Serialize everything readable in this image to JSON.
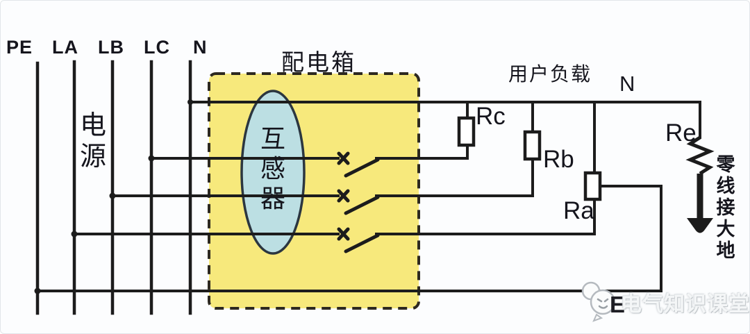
{
  "diagram": {
    "bus_labels": [
      "PE",
      "LA",
      "LB",
      "LC",
      "N"
    ],
    "source_label": "电源",
    "distribution_box_title": "配电箱",
    "transformer_label": "互感器",
    "load_title": "用户负载",
    "neutral_right_label": "N",
    "resistor_labels": {
      "rc": "Rc",
      "rb": "Rb",
      "ra": "Ra",
      "re": "Re"
    },
    "ground_note": "零线接大地",
    "earth_point_label": "E",
    "watermark": "电气知识课堂",
    "colors": {
      "wire": "#1c1c1c",
      "box_fill": "#f7e97c",
      "box_border": "#2d2920",
      "ellipse_fill": "#bcdfe3",
      "ellipse_stroke": "#2b3640",
      "text": "#15151d",
      "watermark_text": "#f4f6f7"
    }
  }
}
